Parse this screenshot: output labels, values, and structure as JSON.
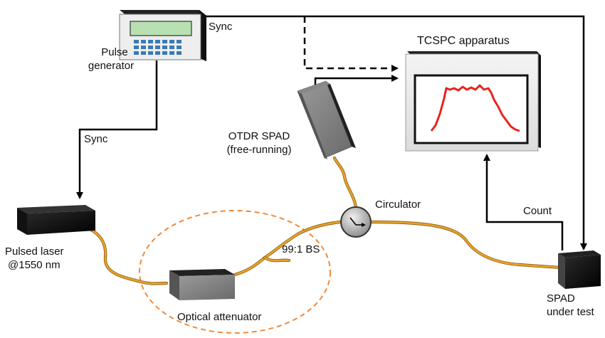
{
  "labels": {
    "sync_top": "Sync",
    "sync_left": "Sync",
    "pulse_generator": [
      "Pulse",
      "generator"
    ],
    "tcspc": "TCSPC apparatus",
    "otdr_spad": [
      "OTDR SPAD",
      "(free-running)"
    ],
    "circulator": "Circulator",
    "count": "Count",
    "pulsed_laser": [
      "Pulsed laser",
      "@1550 nm"
    ],
    "beam_splitter": "99:1 BS",
    "optical_attenuator": "Optical attenuator",
    "spad_under_test": [
      "SPAD",
      "under test"
    ]
  },
  "colors": {
    "fiber": "#e8a42a",
    "dashed_ellipse": "#f08a3c",
    "trace": "#e8241e",
    "screen": "#b8e0b0",
    "wire": "#000000"
  },
  "icons": [
    "pulse-generator-device",
    "tcspc-monitor",
    "otdr-spad-detector",
    "circulator-symbol",
    "pulsed-laser-box",
    "optical-attenuator-box",
    "spad-under-test-box"
  ]
}
